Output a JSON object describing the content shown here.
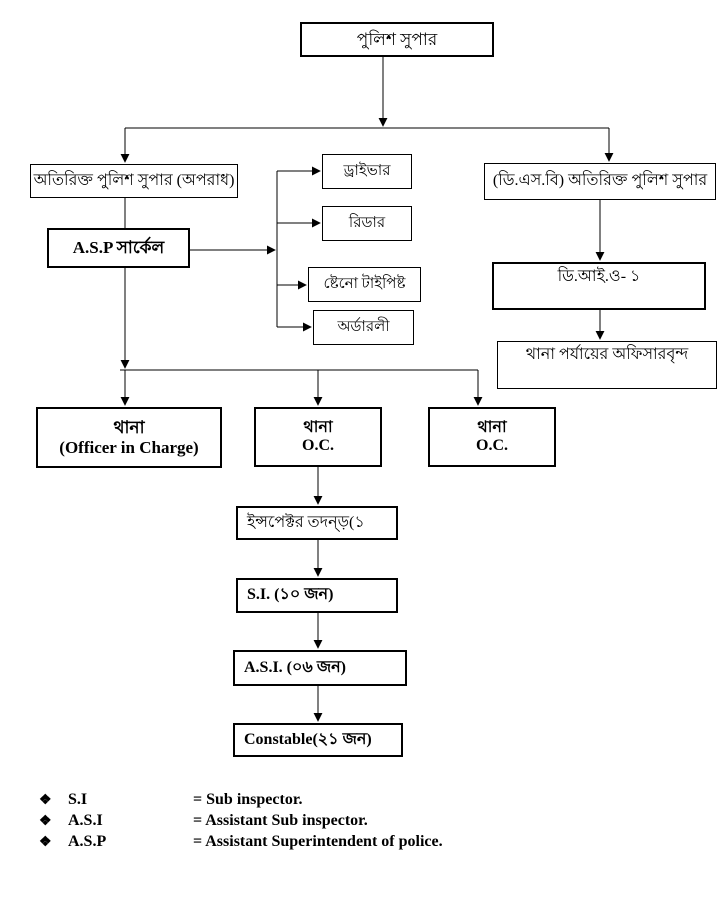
{
  "diagram": {
    "title_hint": "Police district organogram (Bengali)",
    "nodes": {
      "police_super": {
        "label": "পুলিশ সুপার"
      },
      "addl_super_crime": {
        "label": "অতিরিক্ত পুলিশ সুপার (অপরাধ)"
      },
      "dsb_addl_super": {
        "label": "(ডি.এস.বি) অতিরিক্ত পুলিশ সুপার"
      },
      "asp_circle": {
        "label": "A.S.P সার্কেল"
      },
      "driver": {
        "label": "ড্রাইভার"
      },
      "reader": {
        "label": "রিডার"
      },
      "steno_typist": {
        "label": "ষ্টেনো টাইপিষ্ট"
      },
      "orderly": {
        "label": "অর্ডারলী"
      },
      "dio_1": {
        "label": "ডি.আই.ও- ১"
      },
      "thana_level_officers": {
        "label": "থানা পর্যায়ের অফিসারবৃন্দ"
      },
      "thana_oic": {
        "line1": "থানা",
        "line2": "(Officer in Charge)"
      },
      "thana_oc_middle": {
        "line1": "থানা",
        "line2": "O.C."
      },
      "thana_oc_right": {
        "line1": "থানা",
        "line2": "O.C."
      },
      "inspector_investigation": {
        "label": "ইন্সপেক্টর তদন্ড়(১"
      },
      "sub_inspector": {
        "label": "S.I. (১০ জন)"
      },
      "assistant_sub_inspector": {
        "label": "A.S.I. (০৬ জন)"
      },
      "constable": {
        "label": "Constable(২১ জন)"
      }
    },
    "legend": {
      "bullet": "❖",
      "items": [
        {
          "abbr": "S.I",
          "definition": "= Sub inspector."
        },
        {
          "abbr": "A.S.I",
          "definition": "= Assistant Sub inspector."
        },
        {
          "abbr": "A.S.P",
          "definition": "= Assistant Superintendent of police."
        }
      ]
    },
    "colors": {
      "background": "#ffffff",
      "line": "#000000",
      "text": "#000000"
    }
  }
}
